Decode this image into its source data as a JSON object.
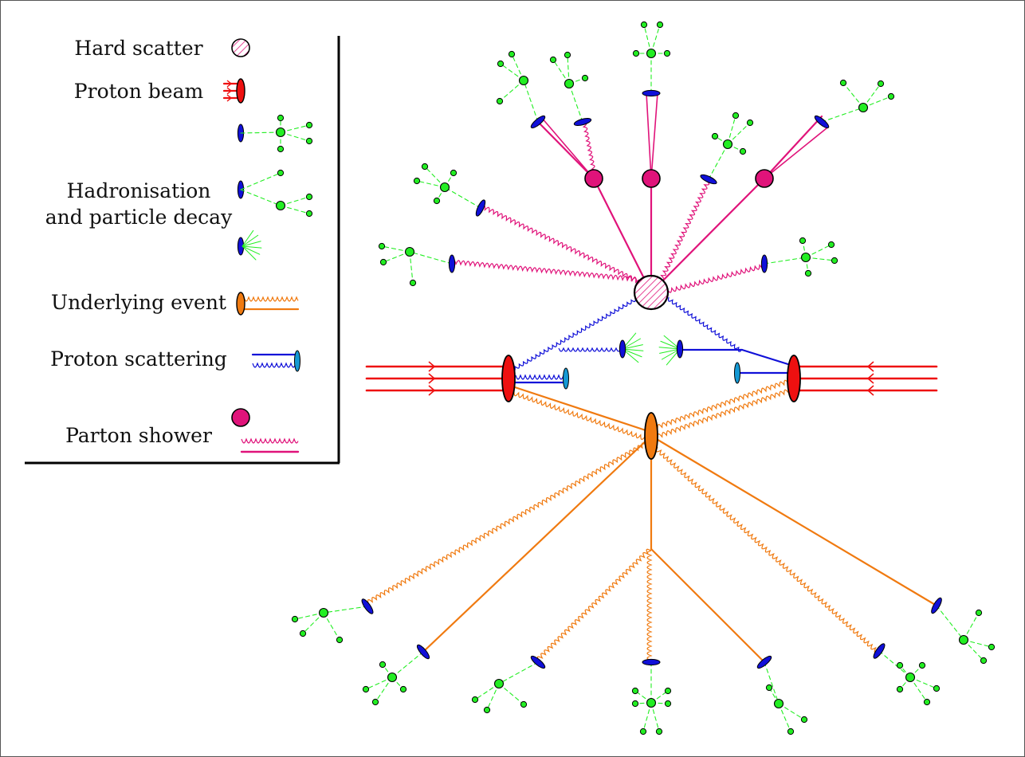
{
  "legend": {
    "hard_scatter": "Hard scatter",
    "proton_beam": "Proton beam",
    "hadronisation_line1": "Hadronisation",
    "hadronisation_line2": "and particle decay",
    "underlying_event": "Underlying event",
    "proton_scattering": "Proton scattering",
    "parton_shower": "Parton shower"
  },
  "colors": {
    "parton_shower": "#e0137a",
    "underlying_event": "#f07a10",
    "proton_scattering": "#1010d8",
    "proton_beam": "#ee1010",
    "hadron": "#1010d8",
    "particle": "#22ee22",
    "scatter_edge": "#1599d4"
  }
}
